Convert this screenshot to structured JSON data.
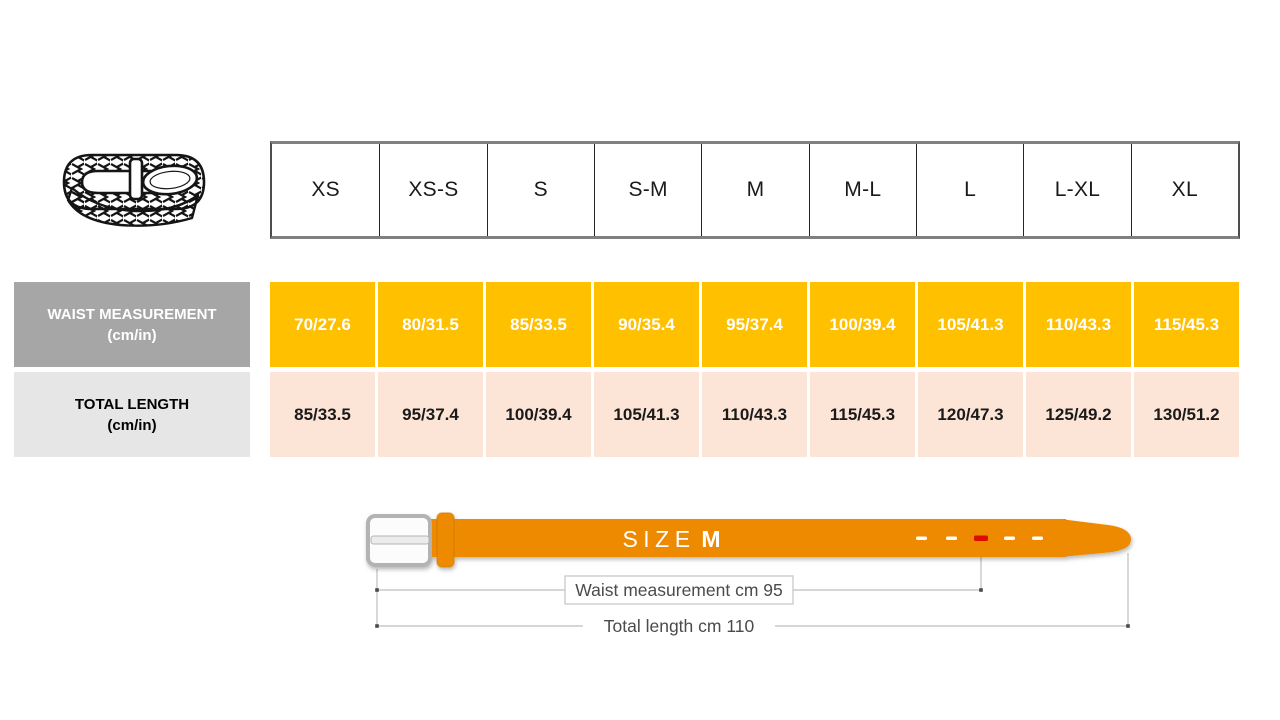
{
  "size_chart": {
    "sizes": [
      "XS",
      "XS-S",
      "S",
      "S-M",
      "M",
      "M-L",
      "L",
      "L-XL",
      "XL"
    ],
    "rows": [
      {
        "label": "WAIST MEASUREMENT",
        "unit": "(cm/in)",
        "values": [
          "70/27.6",
          "80/31.5",
          "85/33.5",
          "90/35.4",
          "95/37.4",
          "100/39.4",
          "105/41.3",
          "110/43.3",
          "115/45.3"
        ]
      },
      {
        "label": "TOTAL LENGTH",
        "unit": "(cm/in)",
        "values": [
          "85/33.5",
          "95/37.4",
          "100/39.4",
          "105/41.3",
          "110/43.3",
          "115/45.3",
          "120/47.3",
          "125/49.2",
          "130/51.2"
        ]
      }
    ]
  },
  "diagram": {
    "size_word": "SIZE",
    "size_value": "M",
    "waist_note": "Waist measurement cm 95",
    "total_note": "Total length cm 110"
  },
  "colors": {
    "waist_cell": "#FFC000",
    "waist_label_bg": "#A6A6A6",
    "total_cell": "#FCE4D6",
    "total_label_bg": "#E7E6E6",
    "belt_orange": "#ED8A00",
    "hole_red": "#DE0B00",
    "dimension_line": "#bdbdbd"
  }
}
